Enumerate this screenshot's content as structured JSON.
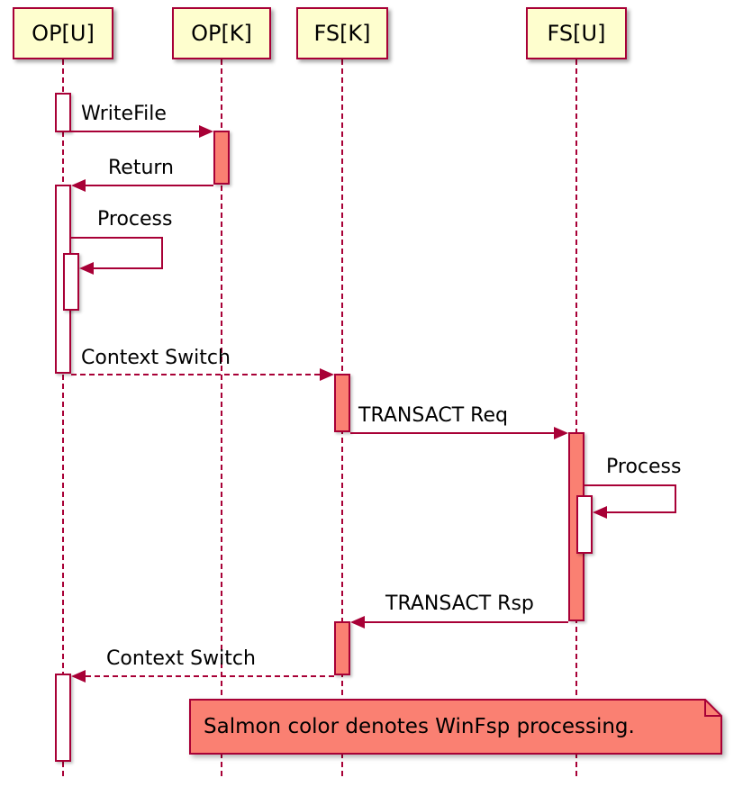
{
  "diagram": {
    "participants": [
      {
        "id": "op-u",
        "label": "OP[U]"
      },
      {
        "id": "op-k",
        "label": "OP[K]"
      },
      {
        "id": "fs-k",
        "label": "FS[K]"
      },
      {
        "id": "fs-u",
        "label": "FS[U]"
      }
    ],
    "messages": [
      {
        "label": "WriteFile",
        "from": "OP[U]",
        "to": "OP[K]",
        "style": "solid"
      },
      {
        "label": "Return",
        "from": "OP[K]",
        "to": "OP[U]",
        "style": "solid"
      },
      {
        "label": "Process",
        "from": "OP[U]",
        "to": "OP[U]",
        "style": "solid"
      },
      {
        "label": "Context Switch",
        "from": "OP[U]",
        "to": "FS[K]",
        "style": "dashed"
      },
      {
        "label": "TRANSACT Req",
        "from": "FS[K]",
        "to": "FS[U]",
        "style": "solid"
      },
      {
        "label": "Process",
        "from": "FS[U]",
        "to": "FS[U]",
        "style": "solid"
      },
      {
        "label": "TRANSACT Rsp",
        "from": "FS[U]",
        "to": "FS[K]",
        "style": "solid"
      },
      {
        "label": "Context Switch",
        "from": "FS[K]",
        "to": "OP[U]",
        "style": "dashed"
      }
    ],
    "note": {
      "text": "Salmon color denotes WinFsp processing."
    },
    "colors": {
      "salmon": "#FA8072",
      "participant_fill": "#FEFECE",
      "line": "#A80036",
      "text": "#000000"
    }
  }
}
